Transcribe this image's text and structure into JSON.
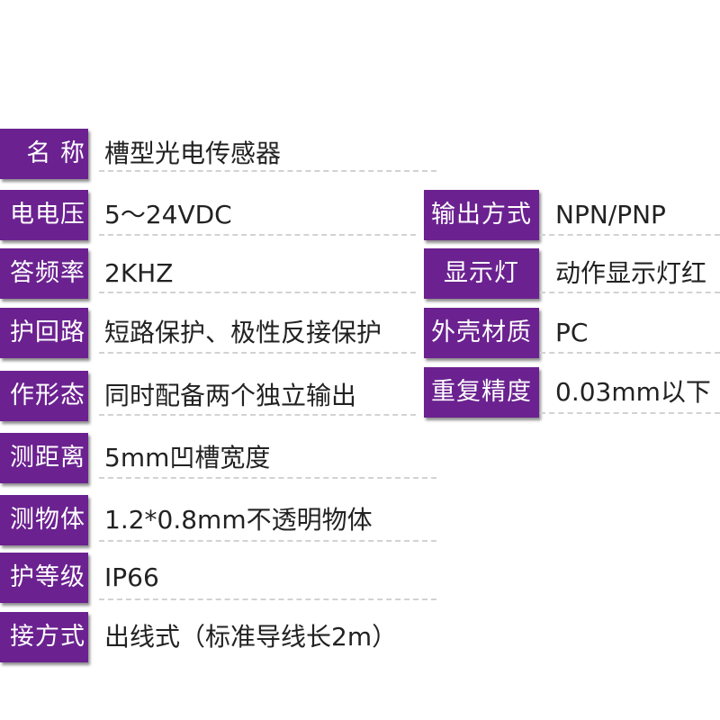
{
  "left_specs": [
    {
      "label": "名 称",
      "value": "槽型光电传感器"
    },
    {
      "label": "电电压",
      "value": "5～24VDC"
    },
    {
      "label": "答频率",
      "value": "2KHZ"
    },
    {
      "label": "护回路",
      "value": "短路保护、极性反接保护"
    },
    {
      "label": "作形态",
      "value": "同时配备两个独立输出"
    },
    {
      "label": "测距离",
      "value": "5mm凹槽宽度"
    },
    {
      "label": "测物体",
      "value": "1.2*0.8mm不透明物体"
    },
    {
      "label": "护等级",
      "value": "IP66"
    },
    {
      "label": "接方式",
      "value": "出线式（标准导线长2m）"
    }
  ],
  "right_specs": [
    {
      "label": "输出方式",
      "value": "NPN/PNP"
    },
    {
      "label": "显示灯",
      "value": "动作显示灯红"
    },
    {
      "label": "外壳材质",
      "value": "PC"
    },
    {
      "label": "重复精度",
      "value": "0.03mm以下"
    }
  ],
  "colors": {
    "label_background": "#6b2290",
    "label_text": "#ffffff",
    "value_text": "#222222",
    "divider": "#d2d2d2"
  }
}
